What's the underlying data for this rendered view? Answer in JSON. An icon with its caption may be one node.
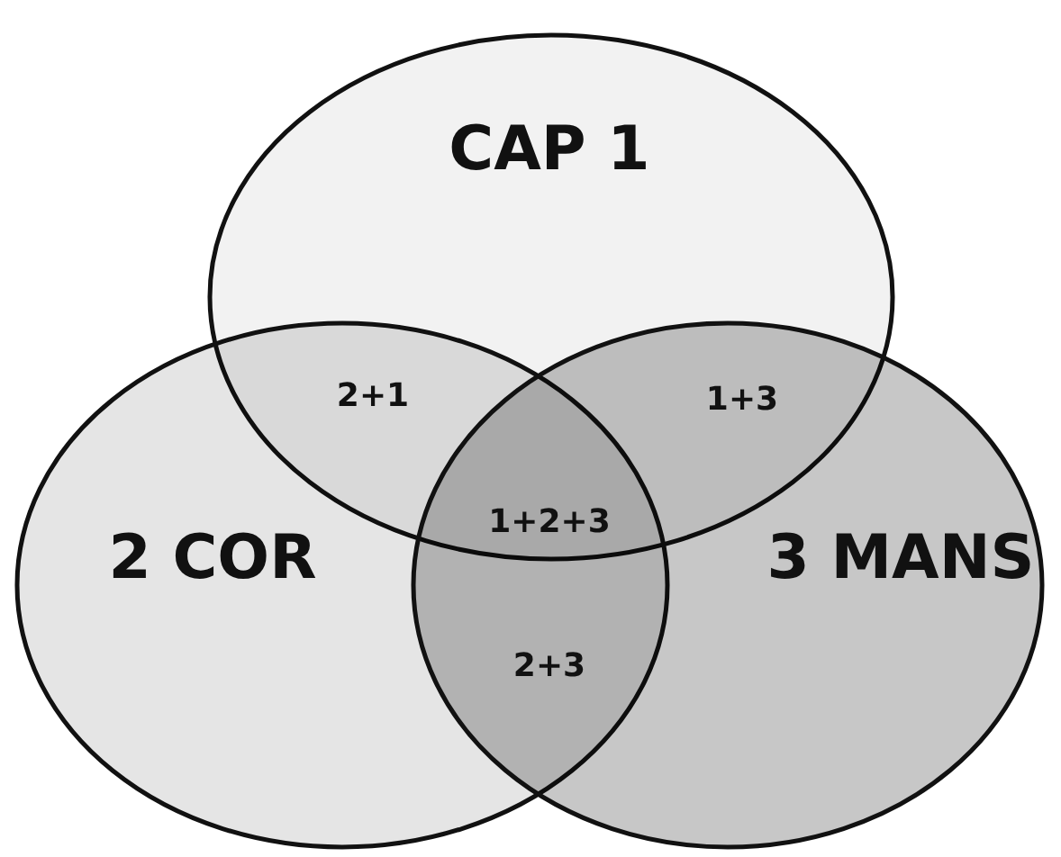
{
  "diagram": {
    "nodes": [
      {
        "text": [
          "CAP 1"
        ]
      },
      {
        "text": [
          "2 COR"
        ]
      },
      {
        "text": [
          "3 MANS"
        ]
      }
    ],
    "labels": [
      "2+1",
      "1+3",
      "1+2+3",
      "2+3"
    ]
  }
}
